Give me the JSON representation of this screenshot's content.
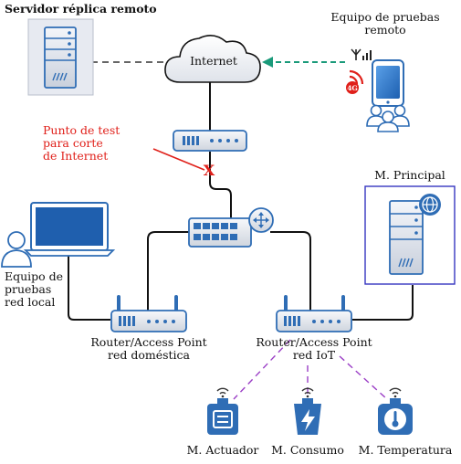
{
  "labels": {
    "remote_replica": "Servidor réplica remoto",
    "remote_test_title": "Equipo de pruebas",
    "remote_test_sub": "remoto",
    "internet": "Internet",
    "test_point_1": "Punto de test",
    "test_point_2": "para corte",
    "test_point_3": "de Internet",
    "main_server": "M. Principal",
    "local_test_1": "Equipo de",
    "local_test_2": "pruebas",
    "local_test_3": "red local",
    "router_home_1": "Router/Access Point",
    "router_home_2": "red doméstica",
    "router_iot_1": "Router/Access Point",
    "router_iot_2": "red IoT",
    "actuator": "M. Actuador",
    "consumption": "M. Consumo",
    "temperature": "M. Temperatura",
    "cut_marker": "X",
    "network_badge": "4G"
  },
  "colors": {
    "device_blue": "#2f6db5",
    "dash_green": "#1a9a7a",
    "purple_link": "#9b3fc6",
    "red_marker": "#e0201a",
    "frame_blue": "#3535c0"
  }
}
